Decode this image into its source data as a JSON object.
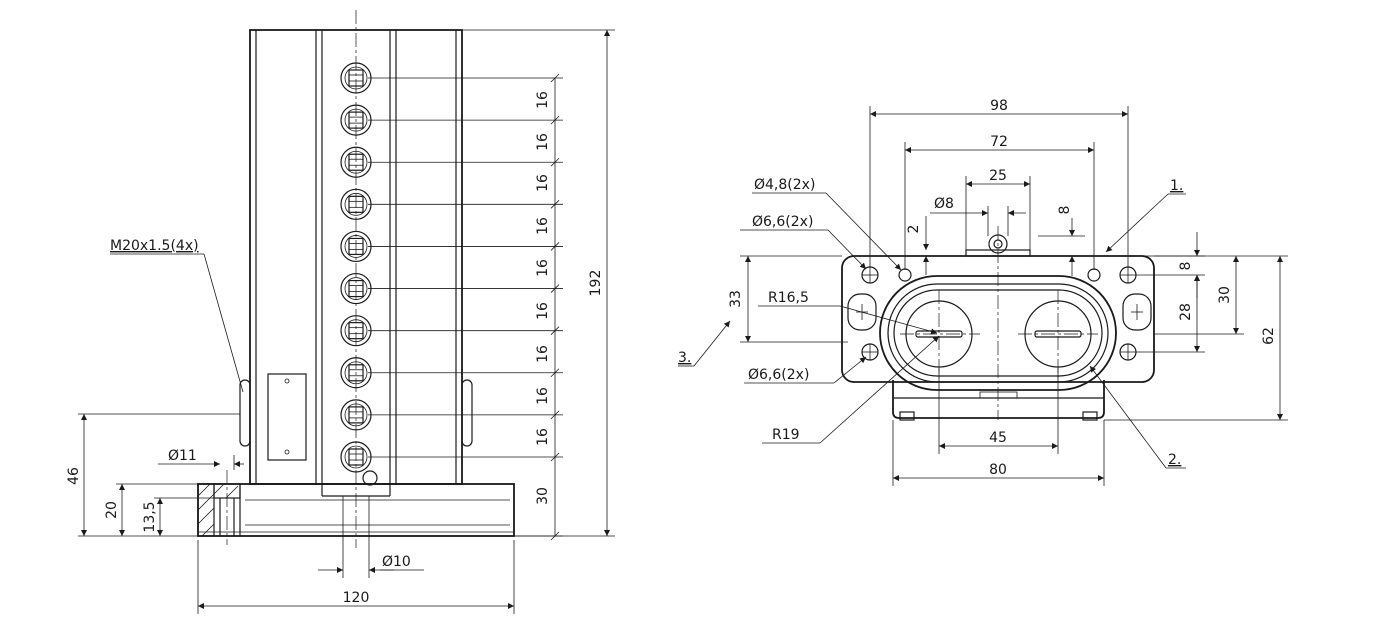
{
  "front_view": {
    "pitch_dims": [
      "16",
      "16",
      "16",
      "16",
      "16",
      "16",
      "16",
      "16",
      "16"
    ],
    "height_30": "30",
    "height_192": "192",
    "thread_label": "M20x1.5(4x)",
    "height_46": "46",
    "height_20": "20",
    "height_13_5": "13,5",
    "dia_11": "Ø11",
    "dia_10": "Ø10",
    "width_120": "120"
  },
  "top_view": {
    "width_98": "98",
    "width_72": "72",
    "width_25": "25",
    "dia_8": "Ø8",
    "dim_8_top": "8",
    "dim_2": "2",
    "hole_48": "Ø4,8(2x)",
    "hole_66_top": "Ø6,6(2x)",
    "hole_66_bottom": "Ø6,6(2x)",
    "radius_165": "R16,5",
    "radius_19": "R19",
    "height_33": "33",
    "dim_8_right": "8",
    "height_28": "28",
    "height_30": "30",
    "height_62": "62",
    "width_45": "45",
    "width_80": "80",
    "callout_1": "1.",
    "callout_2": "2.",
    "callout_3": "3."
  },
  "colors": {
    "line": "#1a1a1a",
    "background": "#ffffff"
  }
}
